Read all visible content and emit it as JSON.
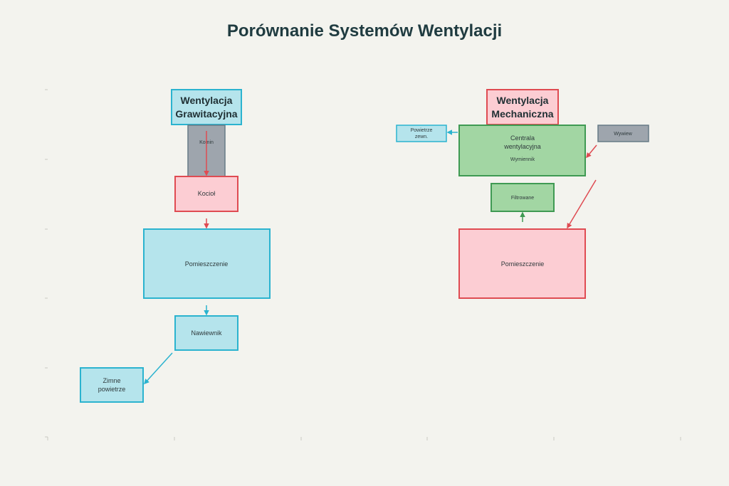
{
  "title": "Porównanie Systemów Wentylacji",
  "gravity": {
    "header_line1": "Wentylacja",
    "header_line2": "Grawitacyjna",
    "chimney": "Komin",
    "boiler": "Kocioł",
    "room": "Pomieszczenie",
    "inlet": "Nawiewnik",
    "cold_air_line1": "Zimne",
    "cold_air_line2": "powietrze"
  },
  "mechanical": {
    "header_line1": "Wentylacja",
    "header_line2": "Mechaniczna",
    "unit_line1": "Centrala",
    "unit_line2": "wentylacyjna",
    "exchanger": "Wymiennik",
    "outside_air_line1": "Powietrze",
    "outside_air_line2": "zewn.",
    "exhaust": "Wywiew",
    "filtered": "Filtrowane",
    "room": "Pomieszczenie"
  },
  "colors": {
    "blue_fill": "#b5e4ec",
    "blue_stroke": "#2bb3cf",
    "red_fill": "#fccdd3",
    "red_stroke": "#df4b52",
    "gray_fill": "#9ea5ad",
    "gray_stroke": "#677b86",
    "green_fill": "#a2d6a3",
    "green_stroke": "#3f9a53"
  }
}
